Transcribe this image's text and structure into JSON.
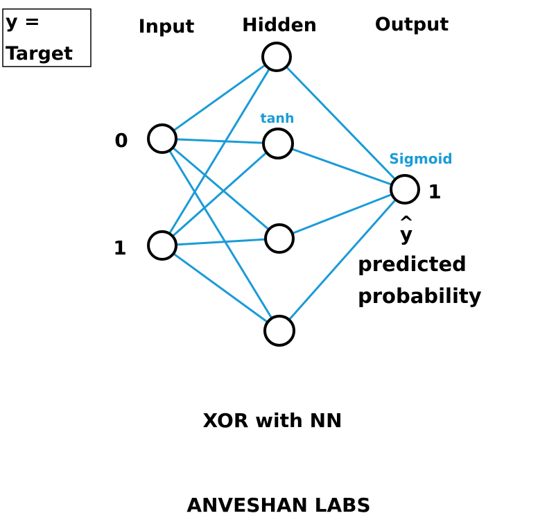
{
  "legend_box": {
    "line1": "y =",
    "line2": "Target"
  },
  "layers": {
    "input": "Input",
    "hidden": "Hidden",
    "output": "Output"
  },
  "input_values": [
    "0",
    "1"
  ],
  "activations": {
    "hidden": "tanh",
    "output": "Sigmoid"
  },
  "output_value": "1",
  "prediction": {
    "symbol": "y",
    "hat": "^",
    "line1": "predicted",
    "line2": "probability"
  },
  "title": "XOR with NN",
  "footer": "ANVESHAN LABS",
  "colors": {
    "edge": "#1A9BD7",
    "activation_text": "#1A9BD7",
    "node_stroke": "#000000",
    "text": "#000000"
  }
}
